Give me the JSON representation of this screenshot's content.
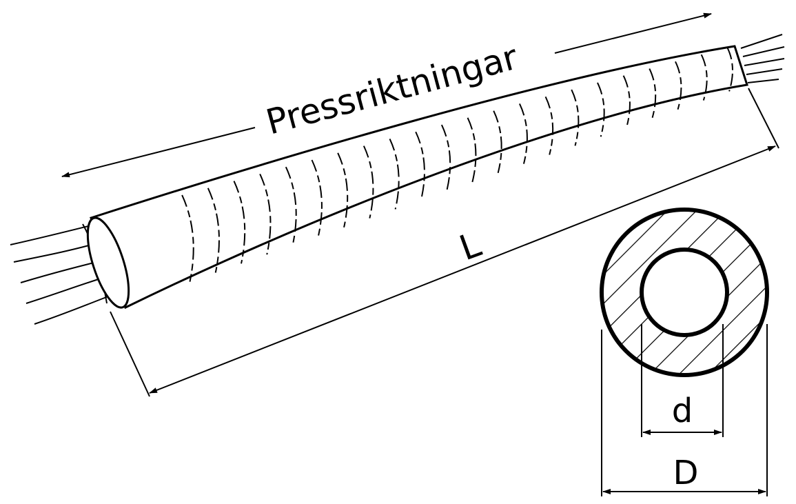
{
  "labels": {
    "direction": "Pressriktningar",
    "length": "L",
    "inner_diameter": "d",
    "outer_diameter": "D"
  },
  "colors": {
    "ink": "#000000",
    "background": "#ffffff"
  }
}
